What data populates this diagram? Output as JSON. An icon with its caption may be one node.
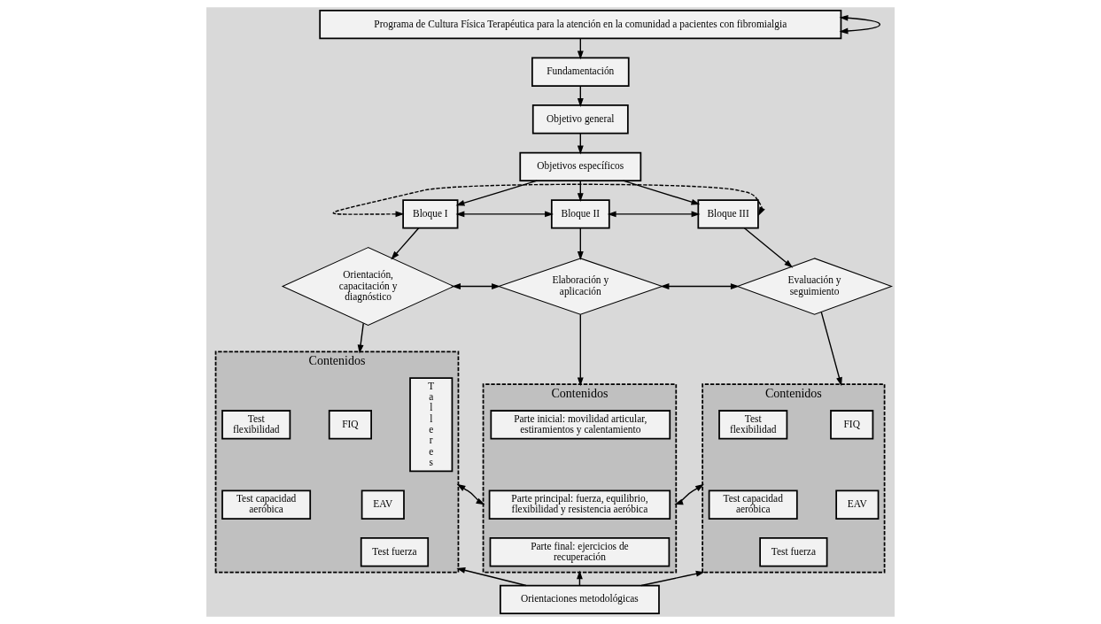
{
  "diagram": {
    "nodes": [
      {
        "text": [
          "Programa de Cultura Física Terapéutica para la atención en la comunidad a pacientes con fibromialgia"
        ]
      },
      {
        "text": [
          "Fundamentación"
        ]
      },
      {
        "text": [
          "Objetivo general"
        ]
      },
      {
        "text": [
          "Objetivos específicos"
        ]
      },
      {
        "text": [
          "Bloque I"
        ]
      },
      {
        "text": [
          "Bloque II"
        ]
      },
      {
        "text": [
          "Bloque III"
        ]
      },
      {
        "text": [
          "Orientación, capacitación y diagnóstico"
        ]
      },
      {
        "text": [
          "Elaboración y aplicación"
        ]
      },
      {
        "text": [
          "Evaluación y seguimiento"
        ]
      },
      {
        "text": [
          "Contenidos"
        ]
      },
      {
        "text": [
          "Talleres"
        ],
        "in": 10
      },
      {
        "text": [
          "FIQ"
        ],
        "in": 10
      },
      {
        "text": [
          "Test flexibilidad"
        ],
        "in": 10
      },
      {
        "text": [
          "EAV"
        ],
        "in": 10
      },
      {
        "text": [
          "Test fuerza"
        ],
        "in": 10
      },
      {
        "text": [
          "Test capacidad aeróbica"
        ],
        "in": 10
      },
      {
        "text": [
          "Contenidos"
        ]
      },
      {
        "text": [
          "Parte inicial: movilidad articular, estiramientos y calentamiento"
        ],
        "in": 17
      },
      {
        "text": [
          "Parte principal: fuerza, equilibrio, flexibilidad y resistencia aeróbica"
        ],
        "in": 17
      },
      {
        "text": [
          "Parte final: ejercicios de recuperación"
        ],
        "in": 17
      },
      {
        "text": [
          "Contenidos"
        ]
      },
      {
        "text": [
          "FIQ"
        ],
        "in": 21
      },
      {
        "text": [
          "Test flexibilidad"
        ],
        "in": 21
      },
      {
        "text": [
          "EAV"
        ],
        "in": 21
      },
      {
        "text": [
          "Test fuerza"
        ],
        "in": 21
      },
      {
        "text": [
          "Test capacidad aeróbica"
        ],
        "in": 21
      },
      {
        "text": [
          "Orientaciones metodológicas"
        ]
      }
    ],
    "edges": [
      {
        "from": 0,
        "to": 1,
        "arrow": "to"
      },
      {
        "from": 1,
        "to": 2,
        "arrow": "to"
      },
      {
        "from": 2,
        "to": 3,
        "arrow": "to"
      },
      {
        "from": 3,
        "to": 4,
        "arrow": "to"
      },
      {
        "from": 3,
        "to": 5,
        "arrow": "to"
      },
      {
        "from": 3,
        "to": 6,
        "arrow": "to"
      },
      {
        "from": 4,
        "to": 5,
        "arrow": "both"
      },
      {
        "from": 5,
        "to": 6,
        "arrow": "both"
      },
      {
        "from": 4,
        "to": 7,
        "arrow": "to"
      },
      {
        "from": 5,
        "to": 8,
        "arrow": "to"
      },
      {
        "from": 6,
        "to": 9,
        "arrow": "to"
      },
      {
        "from": 7,
        "to": 8,
        "arrow": "both"
      },
      {
        "from": 8,
        "to": 9,
        "arrow": "both"
      },
      {
        "from": 7,
        "to": 10,
        "arrow": "to"
      },
      {
        "from": 8,
        "to": 17,
        "arrow": "to"
      },
      {
        "from": 9,
        "to": 21,
        "arrow": "to"
      },
      {
        "from": 10,
        "to": 17,
        "arrow": "both"
      },
      {
        "from": 17,
        "to": 21,
        "arrow": "both"
      },
      {
        "from": 27,
        "to": 10,
        "arrow": "to"
      },
      {
        "from": 27,
        "to": 17,
        "arrow": "to"
      },
      {
        "from": 27,
        "to": 21,
        "arrow": "to"
      },
      {
        "from": 4,
        "to": 6,
        "arrow": "both",
        "style": "dashed"
      },
      {
        "from": 0,
        "to": 0,
        "arrow": "both"
      }
    ]
  }
}
